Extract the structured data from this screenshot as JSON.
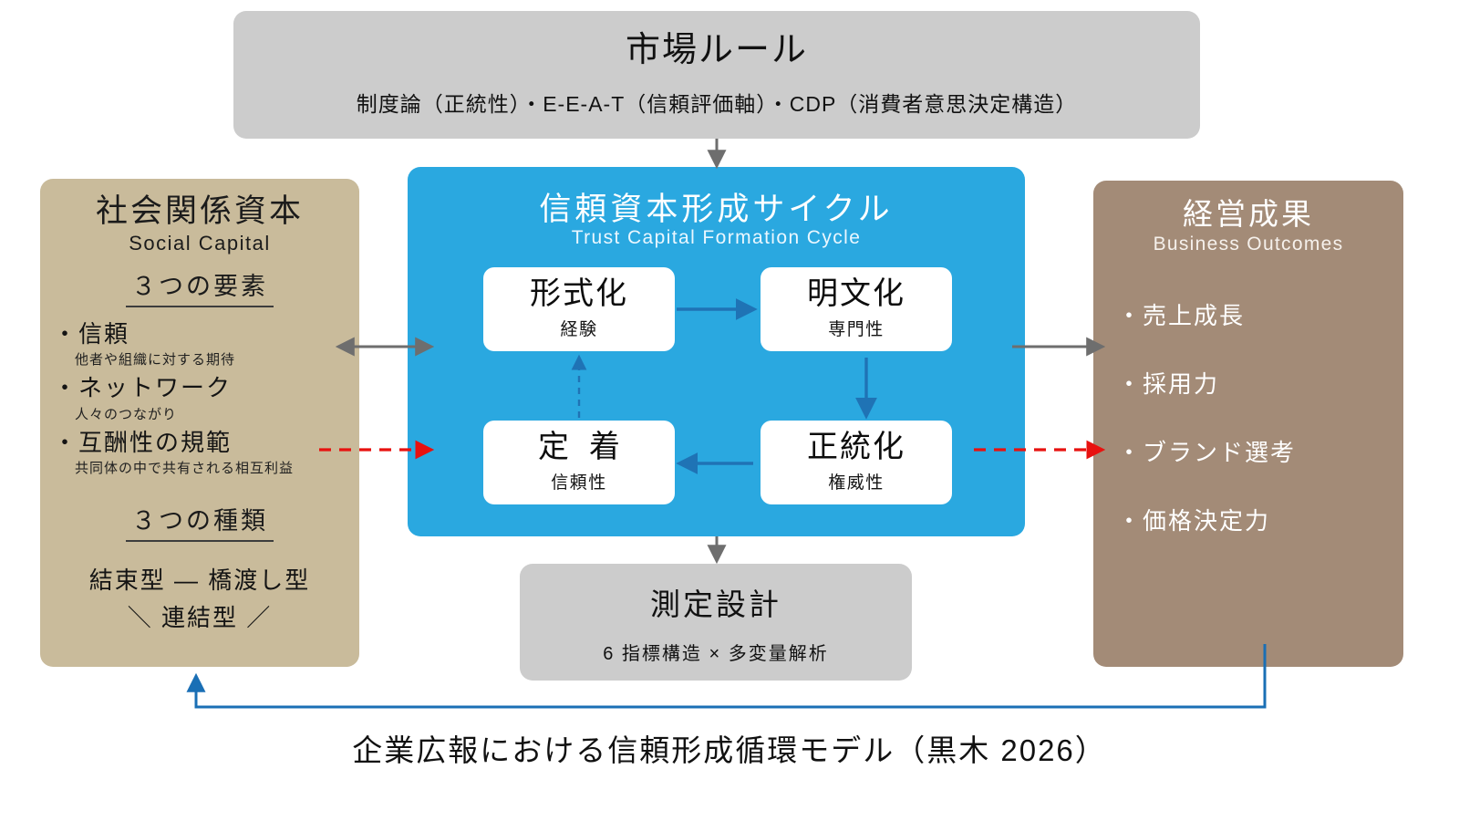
{
  "market": {
    "title": "市場ルール",
    "subtitle": "制度論（正統性）・E-E-A-T（信頼評価軸）・CDP（消費者意思決定構造）"
  },
  "social_capital": {
    "title": "社会関係資本",
    "title_en": "Social Capital",
    "elements_heading": "３つの要素",
    "elements": [
      {
        "label": "・信頼",
        "desc": "他者や組織に対する期待"
      },
      {
        "label": "・ネットワーク",
        "desc": "人々のつながり"
      },
      {
        "label": "・互酬性の規範",
        "desc": "共同体の中で共有される相互利益"
      }
    ],
    "types_heading": "３つの種類",
    "types_line1": "結束型 ― 橋渡し型",
    "types_line2": "＼ 連結型 ／"
  },
  "cycle": {
    "title": "信頼資本形成サイクル",
    "title_en": "Trust Capital Formation Cycle",
    "nodes": [
      {
        "name": "形式化",
        "sub": "経験"
      },
      {
        "name": "明文化",
        "sub": "専門性"
      },
      {
        "name": "定着",
        "sub": "信頼性"
      },
      {
        "name": "正統化",
        "sub": "権威性"
      }
    ]
  },
  "outcomes": {
    "title": "経営成果",
    "title_en": "Business Outcomes",
    "items": [
      "・売上成長",
      "・採用力",
      "・ブランド選考",
      "・価格決定力"
    ]
  },
  "measurement": {
    "title": "測定設計",
    "subtitle": "6 指標構造 × 多変量解析"
  },
  "caption": "企業広報における信頼形成循環モデル（黒木 2026）",
  "colors": {
    "market_box": "#cccccc",
    "social_capital_box": "#c9bb9b",
    "cycle_box": "#2aa8e0",
    "outcomes_box": "#a38b77",
    "measurement_box": "#cccccc",
    "inner_arrow": "#1f73b5",
    "gray_arrow": "#6e6e6e",
    "red_arrow": "#e8110f",
    "feedback_arrow": "#1a6fb5"
  }
}
